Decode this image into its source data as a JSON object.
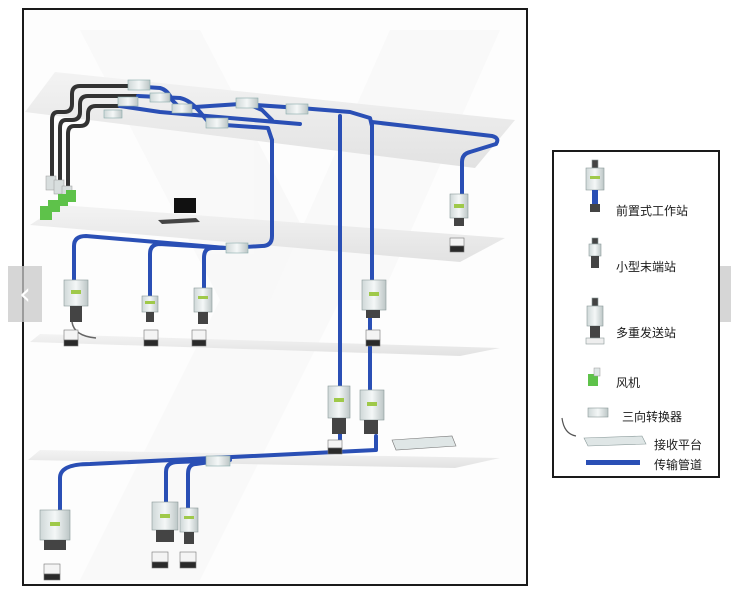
{
  "navigation": {
    "prev_icon": "chevron-left-icon",
    "next_icon": "chevron-right-icon",
    "prev_glyph": "‹",
    "next_glyph": "›"
  },
  "colors": {
    "pipe_blue": "#2a4fb5",
    "pipe_dark": "#333333",
    "station_body": "#e8eeee",
    "station_screen": "#9fc94a",
    "fan_green": "#5ec24a",
    "floor_plate": "#eeeeee",
    "frame_border": "#1a1a1a"
  },
  "legend": {
    "items": [
      {
        "key": "front-workstation",
        "label": "前置式工作站"
      },
      {
        "key": "small-terminal",
        "label": "小型末端站"
      },
      {
        "key": "multi-send",
        "label": "多重发送站"
      },
      {
        "key": "fan",
        "label": "风机"
      },
      {
        "key": "diverter",
        "label": "三向转换器"
      },
      {
        "key": "receiving-platform",
        "label": "接收平台"
      },
      {
        "key": "pipe",
        "label": "传输管道"
      }
    ]
  }
}
